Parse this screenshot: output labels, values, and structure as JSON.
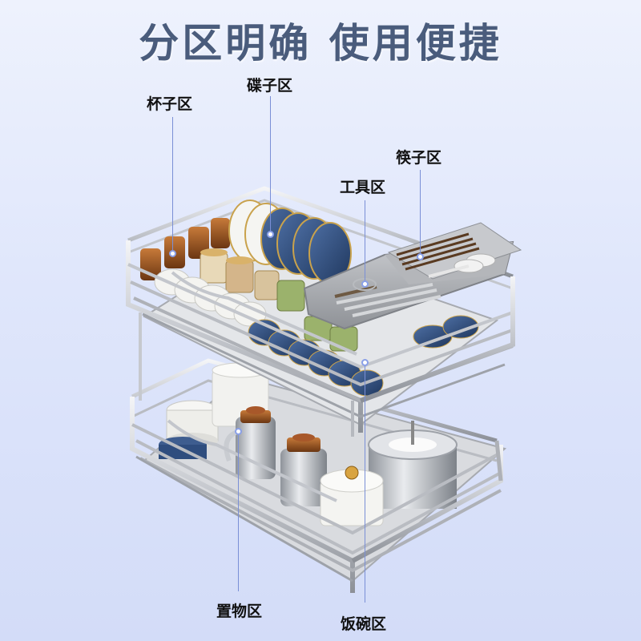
{
  "headline": "分区明确 使用便捷",
  "labels": {
    "cup_zone": "杯子区",
    "plate_zone": "碟子区",
    "chopsticks_zone": "筷子区",
    "tool_zone": "工具区",
    "storage_zone": "置物区",
    "bowl_zone": "饭碗区"
  },
  "colors": {
    "background": "#dfe6fb",
    "headline": "#4a5c7c",
    "leader_line": "#7a8fd6",
    "wire": "#b9bcc2",
    "plate_blue": "#2f4d7e",
    "tray": "#a9abb0"
  }
}
